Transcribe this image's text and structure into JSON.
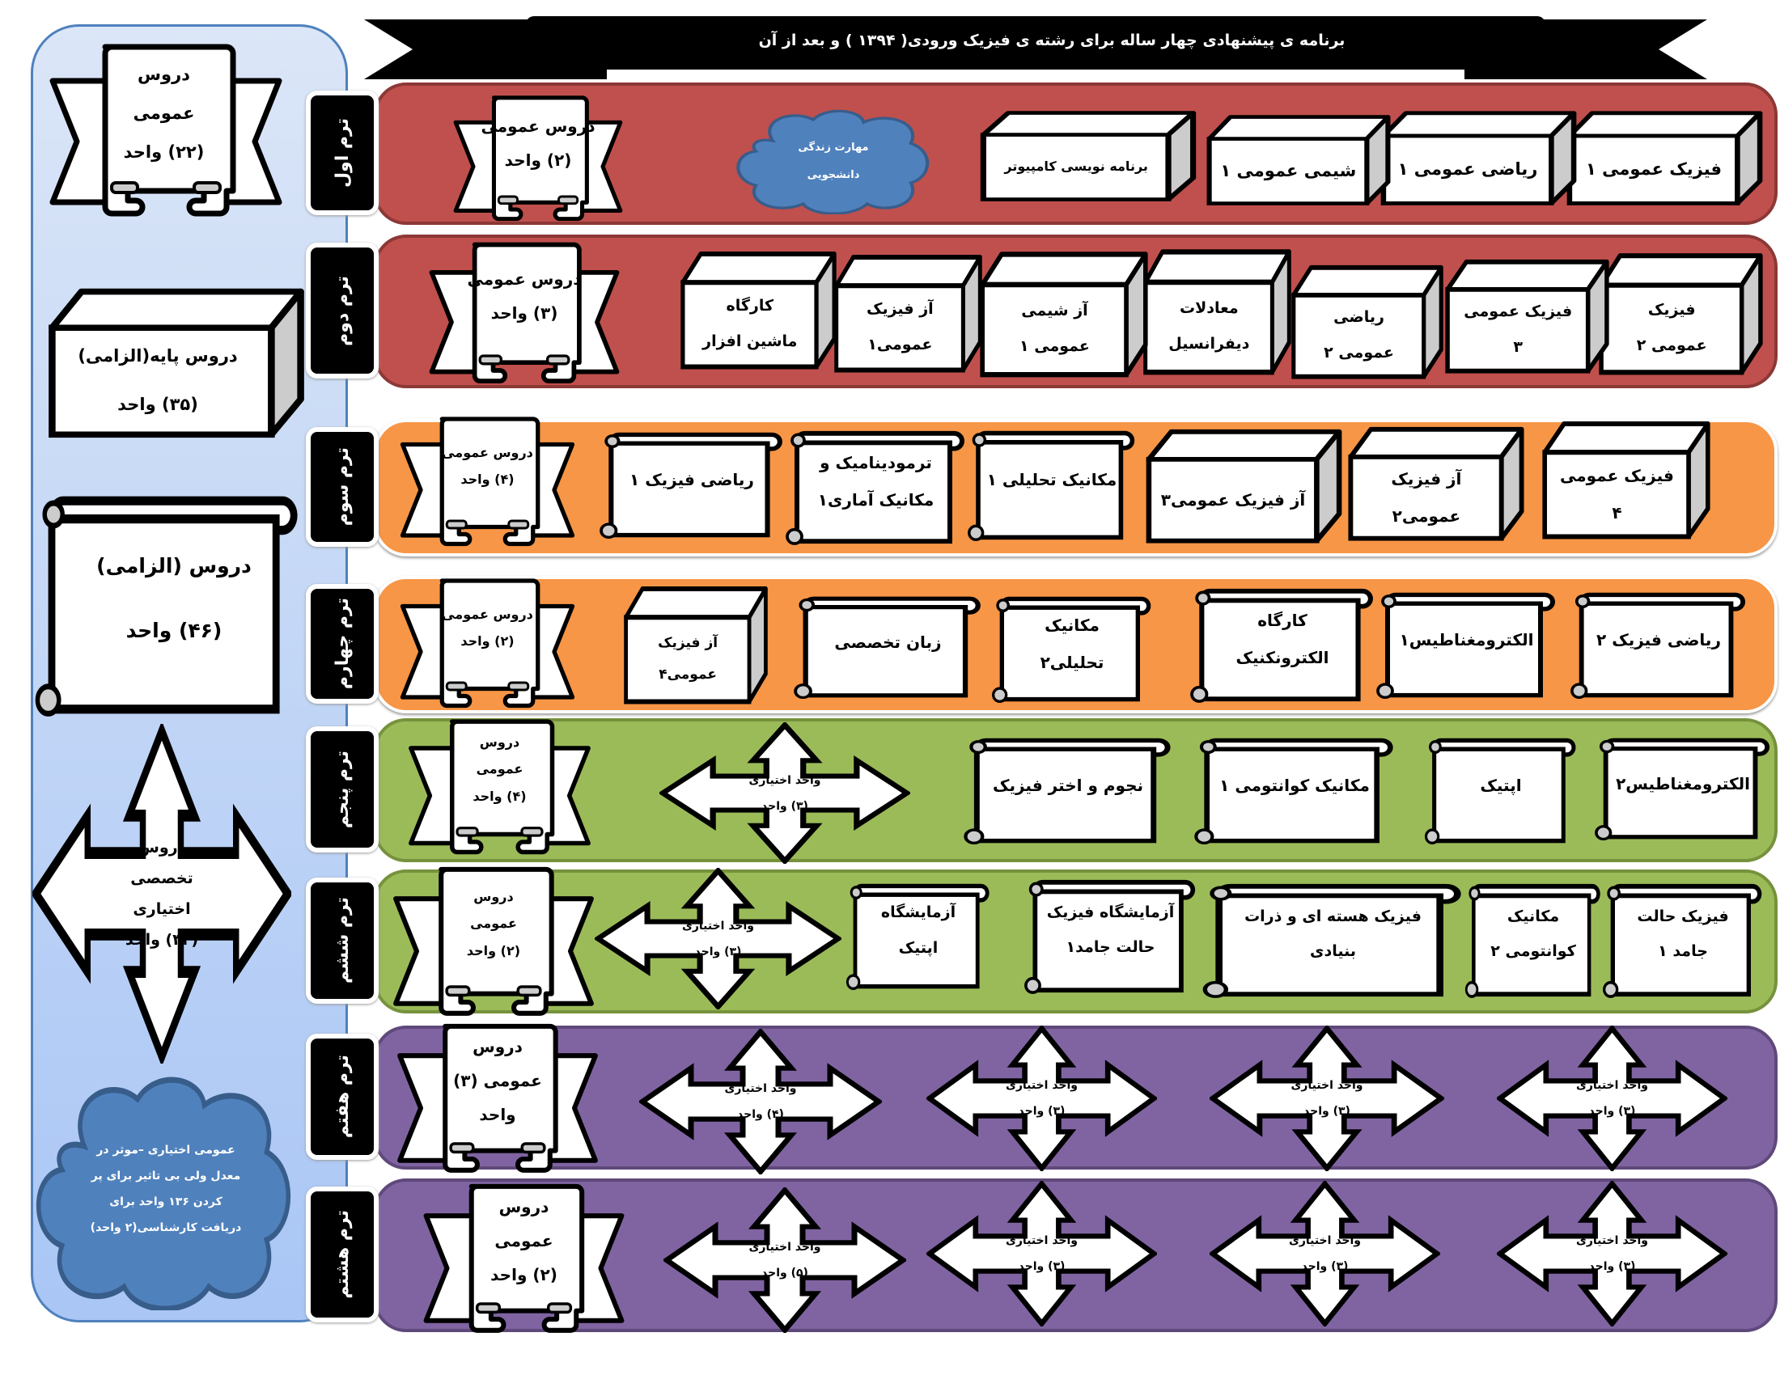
{
  "title": "برنامه ی پیشنهادی چهار ساله  برای رشته ی فیزیک ورودی( ۱۳۹۴ ) و بعد از آن",
  "colors": {
    "red": "#c0504d",
    "orange": "#f79646",
    "green": "#9bbb59",
    "purple": "#8064a2",
    "panel": "#c6d9f1",
    "cloud": "#4f81bd"
  },
  "legend": {
    "general": {
      "line1": "دروس",
      "line2": "عمومی",
      "line3": "(۲۲) واحد"
    },
    "basic": {
      "line1": "دروس پایه(الزامی)",
      "line2": "(۳۵) واحد"
    },
    "required": {
      "line1": "دروس (الزامی)",
      "line2": "(۴۶) واحد"
    },
    "elective": {
      "line1": "دروس",
      "line2": "تخصصی",
      "line3": "اختیاری",
      "line4": "(۳۳) واحد"
    },
    "cloud": {
      "line1": "عمومی اختیاری –موثر در",
      "line2": "معدل ولی بی تاثیر برای پر",
      "line3": "کردن ۱۳۶ واحد برای",
      "line4": "دریافت کارشناسی(۲ واحد)"
    }
  },
  "semesters": [
    {
      "label": "ترم اول",
      "general": {
        "line1": "دروس عمومی",
        "line2": "(۲) واحد"
      },
      "cloud": {
        "line1": "مهارت زندگی",
        "line2": "دانشجویی"
      },
      "courses": [
        {
          "l1": "فیزیک عمومی ۱",
          "l2": ""
        },
        {
          "l1": "ریاضی عمومی ۱",
          "l2": ""
        },
        {
          "l1": "شیمی عمومی ۱",
          "l2": ""
        },
        {
          "l1": "برنامه نویسی کامپیوتر",
          "l2": ""
        }
      ]
    },
    {
      "label": "ترم دوم",
      "general": {
        "line1": "دروس عمومی",
        "line2": "(۳) واحد"
      },
      "courses": [
        {
          "l1": "فیزیک",
          "l2": "عمومی ۲"
        },
        {
          "l1": "فیزیک عمومی",
          "l2": "۳"
        },
        {
          "l1": "ریاضی",
          "l2": "عمومی ۲"
        },
        {
          "l1": "معادلات",
          "l2": "دیفرانسیل"
        },
        {
          "l1": "آز شیمی",
          "l2": "عمومی ۱"
        },
        {
          "l1": "آز فیزیک",
          "l2": "عمومی۱"
        },
        {
          "l1": "کارگاه",
          "l2": "ماشین افزار"
        }
      ]
    },
    {
      "label": "ترم سوم",
      "general": {
        "line1": "دروس عمومی",
        "line2": "(۴) واحد"
      },
      "courses": [
        {
          "l1": "فیزیک عمومی",
          "l2": "۴"
        },
        {
          "l1": "آز فیزیک",
          "l2": "عمومی۲"
        },
        {
          "l1": "آز فیزیک عمومی۳",
          "l2": ""
        },
        {
          "l1": "مکانیک تحلیلی ۱",
          "l2": ""
        },
        {
          "l1": "ترمودینامیک و",
          "l2": "مکانیک آماری۱"
        },
        {
          "l1": "ریاضی فیزیک ۱",
          "l2": ""
        }
      ]
    },
    {
      "label": "ترم چهارم",
      "general": {
        "line1": "دروس عمومی",
        "line2": "(۲) واحد"
      },
      "courses": [
        {
          "l1": "ریاضی فیزیک ۲",
          "l2": ""
        },
        {
          "l1": "الکترومغناطیس۱",
          "l2": ""
        },
        {
          "l1": "کارگاه",
          "l2": "الکترونکنیک"
        },
        {
          "l1": "مکانیک",
          "l2": "تحلیلی۲"
        },
        {
          "l1": "زبان تخصصی",
          "l2": ""
        },
        {
          "l1": "آز فیزیک",
          "l2": "عمومی۴"
        }
      ]
    },
    {
      "label": "ترم پنجم",
      "general": {
        "line1": "دروس",
        "line2": "عمومی",
        "line3": "(۴) واحد"
      },
      "courses": [
        {
          "l1": "الکترومغناطیس۲",
          "l2": ""
        },
        {
          "l1": "اپتیک",
          "l2": ""
        },
        {
          "l1": "مکانیک کوانتومی ۱",
          "l2": ""
        },
        {
          "l1": "نجوم و اختر فیزیک",
          "l2": ""
        }
      ],
      "electives": [
        {
          "l1": "واحد اختیاری",
          "l2": "(۳) واحد"
        }
      ]
    },
    {
      "label": "ترم ششم",
      "general": {
        "line1": "دروس",
        "line2": "عمومی",
        "line3": "(۲) واحد"
      },
      "courses": [
        {
          "l1": "فیزیک حالت",
          "l2": "جامد ۱"
        },
        {
          "l1": "مکانیک",
          "l2": "کوانتومی ۲"
        },
        {
          "l1": "فیزیک هسته ای و ذرات",
          "l2": "بنیادی"
        },
        {
          "l1": "آزمایشگاه فیزیک",
          "l2": "حالت جامد۱"
        },
        {
          "l1": "آزمایشگاه",
          "l2": "اپتیک"
        }
      ],
      "electives": [
        {
          "l1": "واحد اختیاری",
          "l2": "(۳) واحد"
        }
      ]
    },
    {
      "label": "ترم هفتم",
      "general": {
        "line1": "دروس",
        "line2": "عمومی (۳)",
        "line3": "واحد"
      },
      "electives": [
        {
          "l1": "واحد اختیاری",
          "l2": "(۳) واحد"
        },
        {
          "l1": "واحد اختیاری",
          "l2": "(۳) واحد"
        },
        {
          "l1": "واحد اختیاری",
          "l2": "(۳) واحد"
        },
        {
          "l1": "واحد اختیاری",
          "l2": "(۴) واحد"
        }
      ]
    },
    {
      "label": "ترم هشتم",
      "general": {
        "line1": "دروس عمومی",
        "line2": "(۲) واحد"
      },
      "electives": [
        {
          "l1": "واحد اختیاری",
          "l2": "(۳) واحد"
        },
        {
          "l1": "واحد اختیاری",
          "l2": "(۳) واحد"
        },
        {
          "l1": "واحد اختیاری",
          "l2": "(۳) واحد"
        },
        {
          "l1": "واحد اختیاری",
          "l2": "(۵) واحد"
        }
      ]
    }
  ]
}
